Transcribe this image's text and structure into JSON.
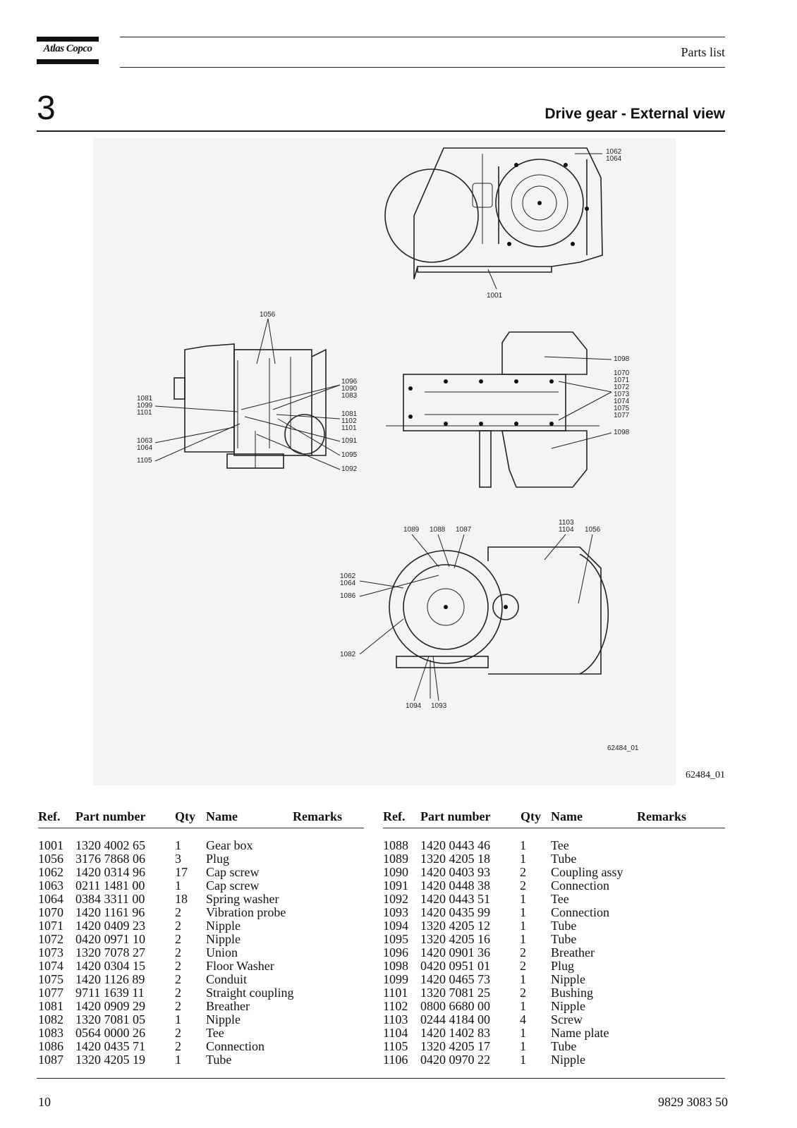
{
  "header": {
    "logo_text": "Atlas Copco",
    "label": "Parts list"
  },
  "section": {
    "number": "3",
    "title": "Drive gear - External view"
  },
  "drawing": {
    "inner_id": "62484_01",
    "outer_id": "62484_01",
    "callouts": {
      "top_view": [
        "1062",
        "1064",
        "1001"
      ],
      "side_view": [
        "1056",
        "1081",
        "1099",
        "1101",
        "1063",
        "1064",
        "1105",
        "1096",
        "1090",
        "1083",
        "1081",
        "1102",
        "1101",
        "1091",
        "1095",
        "1092"
      ],
      "plan_view": [
        "1098",
        "1070",
        "1071",
        "1072",
        "1073",
        "1074",
        "1075",
        "1077",
        "1098"
      ],
      "front_view": [
        "1089",
        "1088",
        "1087",
        "1103",
        "1104",
        "1056",
        "1062",
        "1064",
        "1086",
        "1082",
        "1094",
        "1093"
      ]
    }
  },
  "table_headers": {
    "ref": "Ref.",
    "part_number": "Part number",
    "qty": "Qty",
    "name": "Name",
    "remarks": "Remarks"
  },
  "parts_left": [
    {
      "ref": "1001",
      "part": "1320 4002 65",
      "qty": "1",
      "name": "Gear box"
    },
    {
      "ref": "1056",
      "part": "3176 7868 06",
      "qty": "3",
      "name": "Plug"
    },
    {
      "ref": "1062",
      "part": "1420 0314 96",
      "qty": "17",
      "name": "Cap screw"
    },
    {
      "ref": "1063",
      "part": "0211 1481 00",
      "qty": "1",
      "name": "Cap screw"
    },
    {
      "ref": "1064",
      "part": "0384 3311 00",
      "qty": "18",
      "name": "Spring washer"
    },
    {
      "ref": "1070",
      "part": "1420 1161 96",
      "qty": "2",
      "name": "Vibration probe"
    },
    {
      "ref": "1071",
      "part": "1420 0409 23",
      "qty": "2",
      "name": "Nipple"
    },
    {
      "ref": "1072",
      "part": "0420 0971 10",
      "qty": "2",
      "name": "Nipple"
    },
    {
      "ref": "1073",
      "part": "1320 7078 27",
      "qty": "2",
      "name": "Union"
    },
    {
      "ref": "1074",
      "part": "1420 0304 15",
      "qty": "2",
      "name": "Floor Washer"
    },
    {
      "ref": "1075",
      "part": "1420 1126 89",
      "qty": "2",
      "name": "Conduit"
    },
    {
      "ref": "1077",
      "part": "9711 1639 11",
      "qty": "2",
      "name": "Straight coupling"
    },
    {
      "ref": "1081",
      "part": "1420 0909 29",
      "qty": "2",
      "name": "Breather"
    },
    {
      "ref": "1082",
      "part": "1320 7081 05",
      "qty": "1",
      "name": "Nipple"
    },
    {
      "ref": "1083",
      "part": "0564 0000 26",
      "qty": "2",
      "name": "Tee"
    },
    {
      "ref": "1086",
      "part": "1420 0435 71",
      "qty": "2",
      "name": "Connection"
    },
    {
      "ref": "1087",
      "part": "1320 4205 19",
      "qty": "1",
      "name": "Tube"
    }
  ],
  "parts_right": [
    {
      "ref": "1088",
      "part": "1420 0443 46",
      "qty": "1",
      "name": "Tee"
    },
    {
      "ref": "1089",
      "part": "1320 4205 18",
      "qty": "1",
      "name": "Tube"
    },
    {
      "ref": "1090",
      "part": "1420 0403 93",
      "qty": "2",
      "name": "Coupling assy"
    },
    {
      "ref": "1091",
      "part": "1420 0448 38",
      "qty": "2",
      "name": "Connection"
    },
    {
      "ref": "1092",
      "part": "1420 0443 51",
      "qty": "1",
      "name": "Tee"
    },
    {
      "ref": "1093",
      "part": "1420 0435 99",
      "qty": "1",
      "name": "Connection"
    },
    {
      "ref": "1094",
      "part": "1320 4205 12",
      "qty": "1",
      "name": "Tube"
    },
    {
      "ref": "1095",
      "part": "1320 4205 16",
      "qty": "1",
      "name": "Tube"
    },
    {
      "ref": "1096",
      "part": "1420 0901 36",
      "qty": "2",
      "name": "Breather"
    },
    {
      "ref": "1098",
      "part": "0420 0951 01",
      "qty": "2",
      "name": "Plug"
    },
    {
      "ref": "1099",
      "part": "1420 0465 73",
      "qty": "1",
      "name": "Nipple"
    },
    {
      "ref": "1101",
      "part": "1320 7081 25",
      "qty": "2",
      "name": "Bushing"
    },
    {
      "ref": "1102",
      "part": "0800 6680 00",
      "qty": "1",
      "name": "Nipple"
    },
    {
      "ref": "1103",
      "part": "0244 4184 00",
      "qty": "4",
      "name": "Screw"
    },
    {
      "ref": "1104",
      "part": "1420 1402 83",
      "qty": "1",
      "name": "Name plate"
    },
    {
      "ref": "1105",
      "part": "1320 4205 17",
      "qty": "1",
      "name": "Tube"
    },
    {
      "ref": "1106",
      "part": "0420 0970 22",
      "qty": "1",
      "name": "Nipple"
    }
  ],
  "footer": {
    "page_number": "10",
    "document_number": "9829 3083 50"
  }
}
